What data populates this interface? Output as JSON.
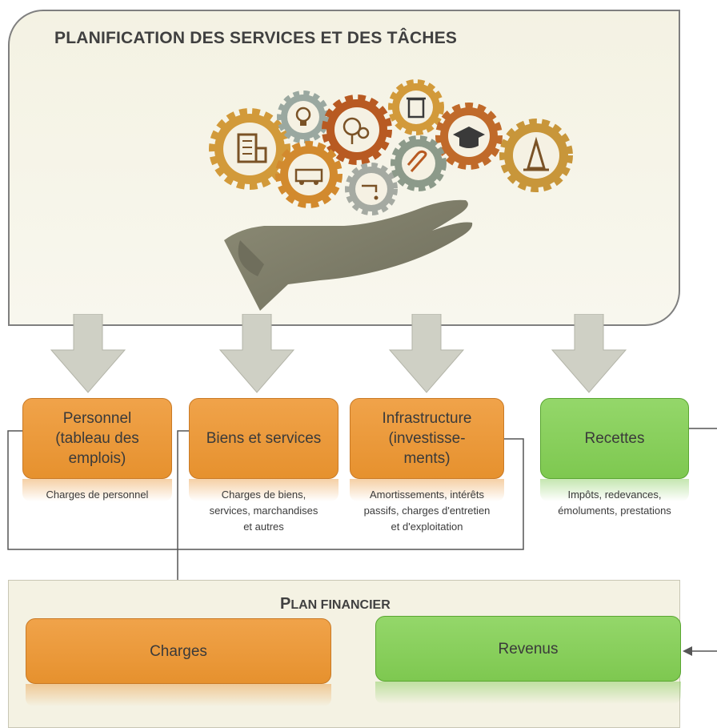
{
  "planning": {
    "title": "PLANIFICATION DES SERVICES ET DES TÂCHES",
    "icons": [
      "building-gear-icon",
      "lightbulb-gear-icon",
      "park-tree-gear-icon",
      "trash-bin-gear-icon",
      "graduation-cap-gear-icon",
      "traffic-cone-gear-icon",
      "fire-truck-gear-icon",
      "water-tap-gear-icon",
      "paperclip-gear-icon",
      "open-hand-icon"
    ]
  },
  "categories": [
    {
      "label_lines": [
        "Personnel",
        "(tableau des",
        "emplois)"
      ],
      "description_lines": [
        "Charges de personnel"
      ],
      "color": "#e9963a"
    },
    {
      "label_lines": [
        "Biens et services"
      ],
      "description_lines": [
        "Charges de biens,",
        "services, marchandises",
        "et autres"
      ],
      "color": "#e9963a"
    },
    {
      "label_lines": [
        "Infrastructure",
        "(investisse-",
        "ments)"
      ],
      "description_lines": [
        "Amortissements, intérêts",
        "passifs, charges d'entretien",
        "et d'exploitation"
      ],
      "color": "#e9963a"
    },
    {
      "label_lines": [
        "Recettes"
      ],
      "description_lines": [
        "Impôts, redevances,",
        "émoluments, prestations"
      ],
      "color": "#7ec850"
    }
  ],
  "financial_plan": {
    "title_first": "P",
    "title_rest_1": "LAN ",
    "title_rest_2": "FINANCIER",
    "charges_label": "Charges",
    "revenues_label": "Revenus",
    "charges_color": "#e9963a",
    "revenues_color": "#7ec850"
  }
}
